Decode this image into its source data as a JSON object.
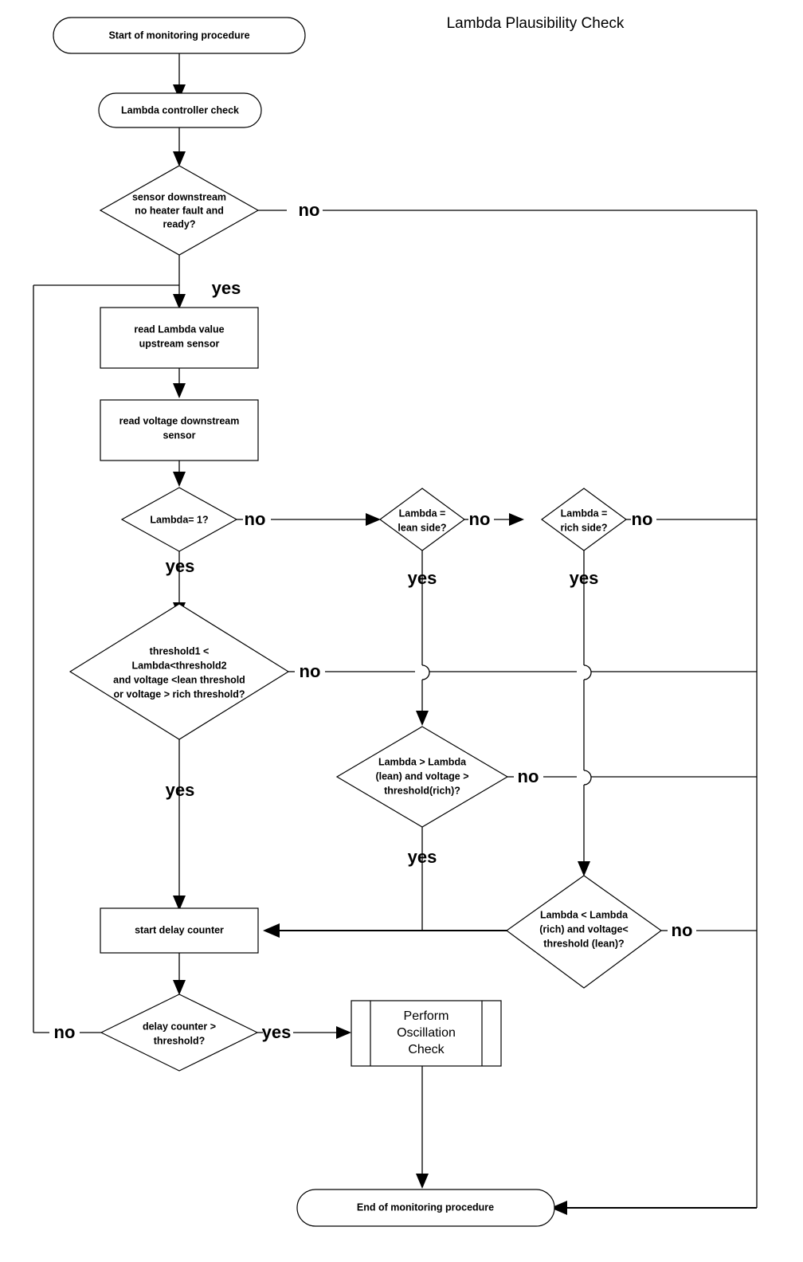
{
  "title": "Lambda Plausibility Check",
  "colors": {
    "stroke": "#000000",
    "fill": "#ffffff",
    "text": "#000000",
    "background": "#ffffff"
  },
  "chart_data": {
    "type": "diagram",
    "diagram_kind": "flowchart",
    "title": "Lambda Plausibility Check",
    "nodes": [
      {
        "id": "start",
        "shape": "terminator",
        "text": "Start of monitoring procedure"
      },
      {
        "id": "ctrl_check",
        "shape": "terminator",
        "text": "Lambda controller check"
      },
      {
        "id": "sensor_ok",
        "shape": "decision",
        "text": "sensor downstream no heater fault and ready?"
      },
      {
        "id": "read_lambda",
        "shape": "process",
        "text": "read Lambda value upstream sensor"
      },
      {
        "id": "read_voltage",
        "shape": "process",
        "text": "read voltage downstream sensor"
      },
      {
        "id": "lambda_eq1",
        "shape": "decision",
        "text": "Lambda= 1?"
      },
      {
        "id": "lambda_lean",
        "shape": "decision",
        "text": "Lambda = lean side?"
      },
      {
        "id": "lambda_rich",
        "shape": "decision",
        "text": "Lambda = rich side?"
      },
      {
        "id": "thresh_check",
        "shape": "decision",
        "text": "threshold1 < Lambda<threshold2 and voltage <lean threshold or voltage  > rich threshold?"
      },
      {
        "id": "lean_check",
        "shape": "decision",
        "text": "Lambda > Lambda (lean) and voltage > threshold(rich)?"
      },
      {
        "id": "rich_check",
        "shape": "decision",
        "text": "Lambda < Lambda (rich) and voltage< threshold (lean)?"
      },
      {
        "id": "delay_start",
        "shape": "process",
        "text": "start delay counter"
      },
      {
        "id": "delay_gt",
        "shape": "decision",
        "text": "delay counter > threshold?"
      },
      {
        "id": "osc_check",
        "shape": "predefined-process",
        "text": "Perform Oscillation Check"
      },
      {
        "id": "end",
        "shape": "terminator",
        "text": "End of monitoring procedure"
      }
    ],
    "edges": [
      {
        "from": "start",
        "to": "ctrl_check",
        "label": ""
      },
      {
        "from": "ctrl_check",
        "to": "sensor_ok",
        "label": ""
      },
      {
        "from": "sensor_ok",
        "to": "end",
        "label": "no"
      },
      {
        "from": "sensor_ok",
        "to": "read_lambda",
        "label": "yes"
      },
      {
        "from": "read_lambda",
        "to": "read_voltage",
        "label": ""
      },
      {
        "from": "read_voltage",
        "to": "lambda_eq1",
        "label": ""
      },
      {
        "from": "lambda_eq1",
        "to": "lambda_lean",
        "label": "no"
      },
      {
        "from": "lambda_eq1",
        "to": "thresh_check",
        "label": "yes"
      },
      {
        "from": "lambda_lean",
        "to": "lambda_rich",
        "label": "no"
      },
      {
        "from": "lambda_lean",
        "to": "lean_check",
        "label": "yes"
      },
      {
        "from": "lambda_rich",
        "to": "end",
        "label": "no"
      },
      {
        "from": "lambda_rich",
        "to": "rich_check",
        "label": "yes"
      },
      {
        "from": "thresh_check",
        "to": "end",
        "label": "no"
      },
      {
        "from": "thresh_check",
        "to": "delay_start",
        "label": "yes"
      },
      {
        "from": "lean_check",
        "to": "end",
        "label": "no"
      },
      {
        "from": "lean_check",
        "to": "delay_start",
        "label": "yes"
      },
      {
        "from": "rich_check",
        "to": "end",
        "label": "no"
      },
      {
        "from": "delay_start",
        "to": "delay_gt",
        "label": ""
      },
      {
        "from": "delay_gt",
        "to": "read_lambda",
        "label": "no"
      },
      {
        "from": "delay_gt",
        "to": "osc_check",
        "label": "yes"
      },
      {
        "from": "osc_check",
        "to": "end",
        "label": ""
      }
    ]
  },
  "nodes": {
    "start": {
      "line1": "Start of monitoring procedure"
    },
    "ctrl_check": {
      "line1": "Lambda controller check"
    },
    "sensor_ok": {
      "line1": "sensor downstream",
      "line2": "no heater fault and",
      "line3": "ready?"
    },
    "read_lambda": {
      "line1": "read Lambda value",
      "line2": "upstream sensor"
    },
    "read_voltage": {
      "line1": "read voltage downstream",
      "line2": "sensor"
    },
    "lambda_eq1": {
      "line1": "Lambda= 1?"
    },
    "lambda_lean": {
      "line1": "Lambda  =",
      "line2": "lean side?"
    },
    "lambda_rich": {
      "line1": "Lambda  =",
      "line2": "rich side?"
    },
    "thresh_check": {
      "line1": "threshold1 <",
      "line2": "Lambda<threshold2",
      "line3": "and voltage <lean threshold",
      "line4": "or voltage  > rich threshold?"
    },
    "lean_check": {
      "line1": "Lambda > Lambda",
      "line2": "(lean) and voltage >",
      "line3": "threshold(rich)?"
    },
    "rich_check": {
      "line1": "Lambda < Lambda",
      "line2": "(rich) and voltage<",
      "line3": "threshold (lean)?"
    },
    "delay_start": {
      "line1": "start delay counter"
    },
    "delay_gt": {
      "line1": "delay counter >",
      "line2": "threshold?"
    },
    "osc_check": {
      "line1": "Perform",
      "line2": "Oscillation",
      "line3": "Check"
    },
    "end": {
      "line1": "End of monitoring procedure"
    }
  },
  "edge_labels": {
    "sensor_no": "no",
    "sensor_yes": "yes",
    "eq1_no": "no",
    "eq1_yes": "yes",
    "lean_no": "no",
    "lean_yes": "yes",
    "rich_no": "no",
    "rich_yes": "yes",
    "thresh_no": "no",
    "thresh_yes": "yes",
    "leanchk_no": "no",
    "leanchk_yes": "yes",
    "richchk_no": "no",
    "delay_no": "no",
    "delay_yes": "yes"
  }
}
